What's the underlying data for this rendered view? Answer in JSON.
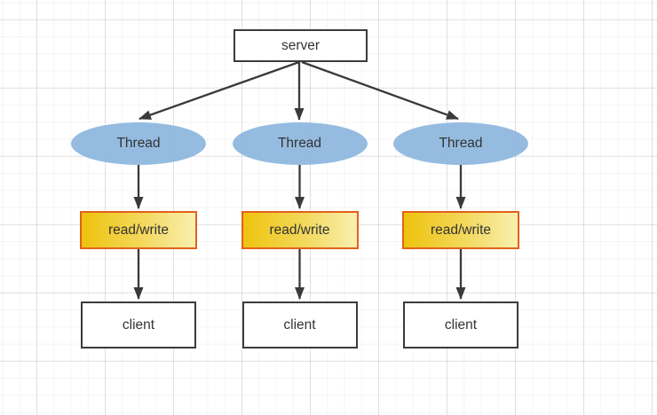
{
  "diagram": {
    "server": {
      "label": "server"
    },
    "columns": [
      {
        "thread_label": "Thread",
        "readwrite_label": "read/write",
        "client_label": "client"
      },
      {
        "thread_label": "Thread",
        "readwrite_label": "read/write",
        "client_label": "client"
      },
      {
        "thread_label": "Thread",
        "readwrite_label": "read/write",
        "client_label": "client"
      }
    ],
    "colors": {
      "thread_fill": "#8cb6dd",
      "readwrite_border": "#e2611b",
      "readwrite_gradient_left": "#eec30d",
      "readwrite_gradient_right": "#f8f0b0",
      "box_border": "#3b3b3b",
      "arrow": "#3a3a3a",
      "text": "#333333",
      "grid_minor": "#f3f3f5",
      "grid_major": "#e9e9ec",
      "background": "#ffffff"
    }
  }
}
